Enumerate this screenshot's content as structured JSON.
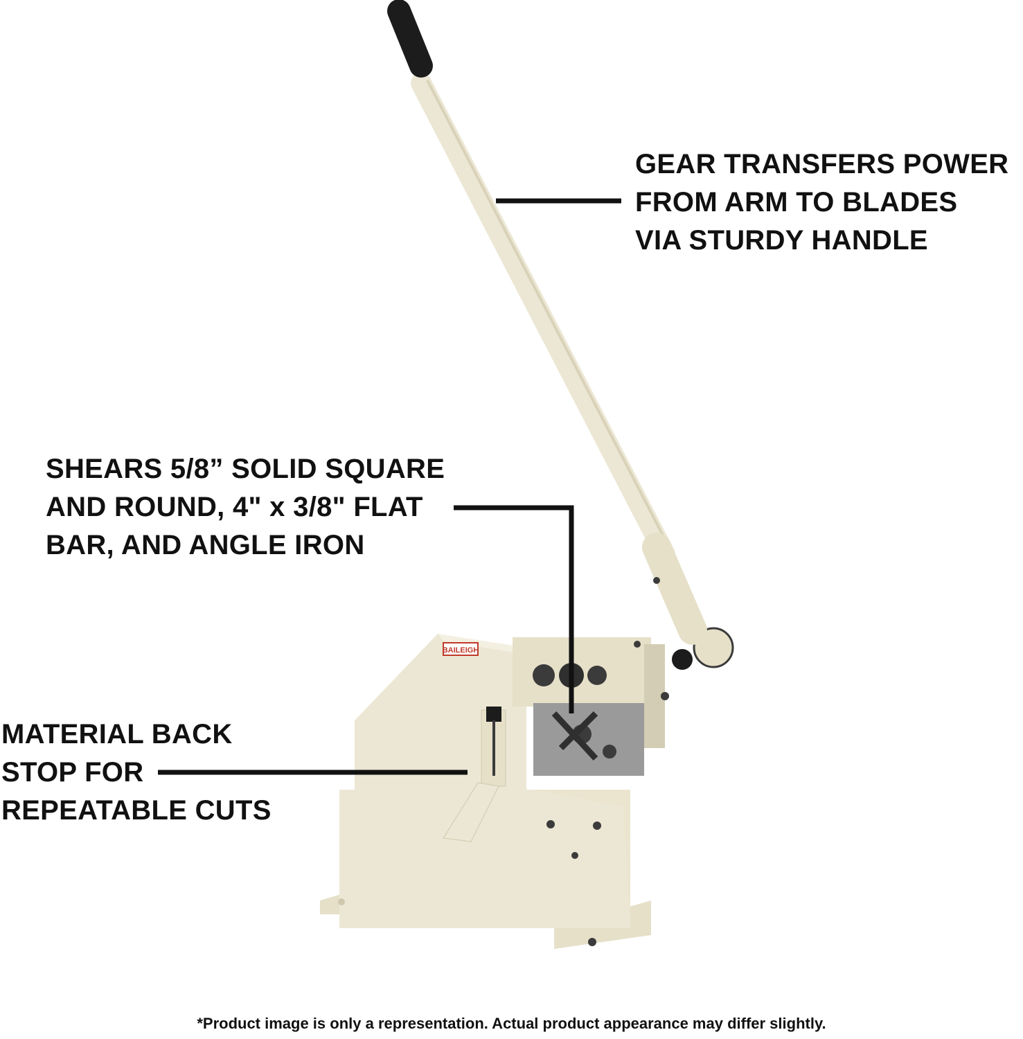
{
  "callouts": {
    "gear": [
      "GEAR TRANSFERS POWER",
      "FROM ARM TO BLADES",
      "VIA STURDY HANDLE"
    ],
    "shears": [
      "SHEARS 5/8” SOLID SQUARE",
      "AND ROUND, 4\" x 3/8\" FLAT",
      "BAR, AND ANGLE IRON"
    ],
    "backstop": [
      "MATERIAL BACK",
      "STOP FOR",
      "REPEATABLE CUTS"
    ]
  },
  "brand_label": "BAILEIGH",
  "disclaimer": "*Product image is only a representation. Actual product appearance may differ slightly.",
  "colors": {
    "body": "#ece7d4",
    "shadow": "#d4cdb5",
    "blade": "#9a9a9a",
    "bolt": "#3b3b3b",
    "grip": "#1c1c1c",
    "leader": "#111111"
  }
}
